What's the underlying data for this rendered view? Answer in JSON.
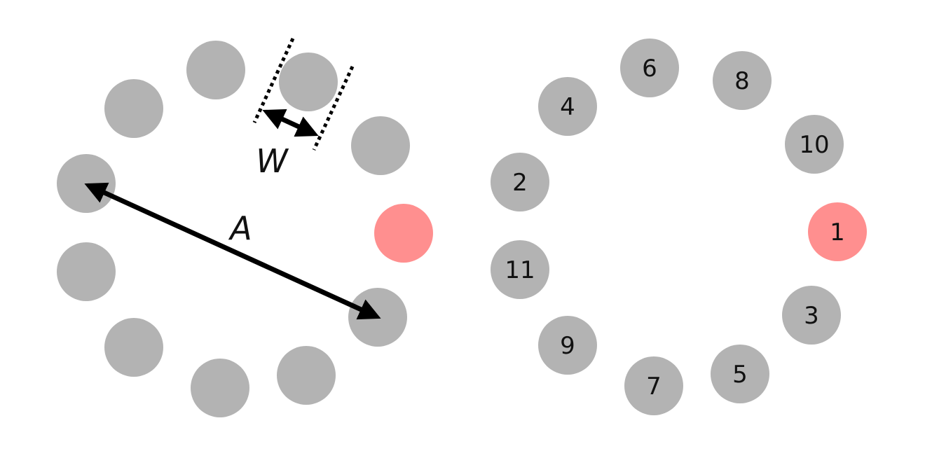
{
  "colors": {
    "target_default": "#b3b3b3",
    "target_highlight": "#ff8f8f",
    "annotation": "#000000"
  },
  "left_diagram": {
    "amplitude_label": "A",
    "width_label": "W",
    "highlighted_target_count": 1,
    "target_count": 11
  },
  "right_diagram": {
    "target_labels": [
      "1",
      "2",
      "3",
      "4",
      "5",
      "6",
      "7",
      "8",
      "9",
      "10",
      "11"
    ],
    "highlighted_label": "1"
  }
}
